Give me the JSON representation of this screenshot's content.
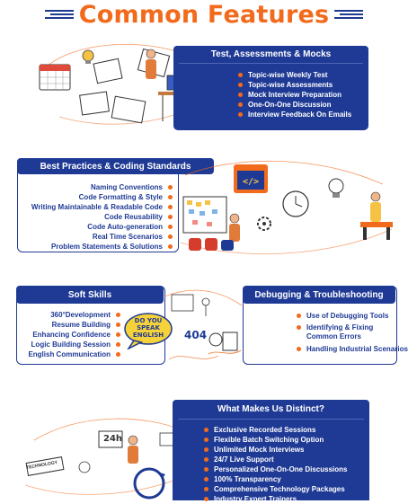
{
  "page": {
    "title": "Common Features"
  },
  "sections": {
    "test": {
      "heading": "Test, Assessments & Mocks",
      "items": [
        "Topic-wise Weekly Test",
        "Topic-wise Assessments",
        "Mock Interview Preparation",
        "One-On-One Discussion",
        "Interview Feedback On Emails"
      ]
    },
    "best_practices": {
      "heading": "Best Practices & Coding Standards",
      "items": [
        "Naming Conventions",
        "Code Formatting & Style",
        "Writing Maintainable & Readable Code",
        "Code Reusability",
        "Code Auto-generation",
        "Real Time Scenarios",
        "Problem Statements & Solutions"
      ]
    },
    "soft_skills": {
      "heading": "Soft Skills",
      "items": [
        "360°Development",
        "Resume Building",
        "Enhancing Confidence",
        "Logic Building Session",
        "English Communication"
      ],
      "bubble_text": "DO YOU SPEAK ENGLISH"
    },
    "debugging": {
      "heading": "Debugging & Troubleshooting",
      "items": [
        "Use of Debugging Tools",
        "Identifying & Fixing Common Errors",
        "Handling Industrial Scenarios"
      ],
      "error_code": "404"
    },
    "distinct": {
      "heading": "What Makes Us Distinct?",
      "items": [
        "Exclusive Recorded Sessions",
        "Flexible Batch Switching Option",
        "Unlimited Mock Interviews",
        "24/7 Live Support",
        "Personalized One-On-One Discussions",
        "100% Transparency",
        "Comprehensive Technology Packages",
        "Industry Expert Trainers"
      ],
      "sign_24h": "24h",
      "sign_tech": "TECHNOLOGY"
    }
  },
  "colors": {
    "brand_blue": "#1f3a95",
    "accent_orange": "#f26a1b"
  },
  "icons": [
    "calendar-icon",
    "lightbulb-icon",
    "code-icon",
    "clock-icon",
    "gear-icon",
    "cycle-arrows-icon"
  ]
}
